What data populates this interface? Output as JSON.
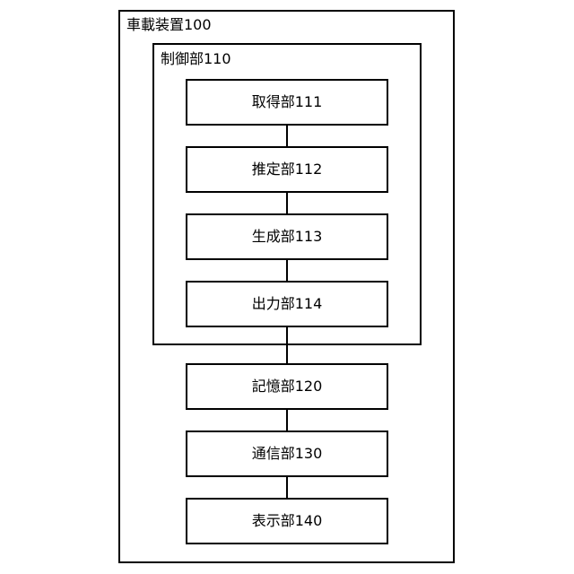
{
  "diagram": {
    "title": "車載装置100",
    "outer": {
      "label": "車載装置100"
    },
    "inner": {
      "label": "制御部110"
    },
    "blocks": [
      {
        "label": "取得部111",
        "group": "control"
      },
      {
        "label": "推定部112",
        "group": "control"
      },
      {
        "label": "生成部113",
        "group": "control"
      },
      {
        "label": "出力部114",
        "group": "control"
      },
      {
        "label": "記憶部120",
        "group": "device"
      },
      {
        "label": "通信部130",
        "group": "device"
      },
      {
        "label": "表示部140",
        "group": "device"
      }
    ],
    "connectors": [
      {
        "from": "取得部111",
        "to": "推定部112"
      },
      {
        "from": "推定部112",
        "to": "生成部113"
      },
      {
        "from": "生成部113",
        "to": "出力部114"
      },
      {
        "from": "出力部114",
        "to": "記憶部120"
      },
      {
        "from": "記憶部120",
        "to": "通信部130"
      },
      {
        "from": "通信部130",
        "to": "表示部140"
      }
    ],
    "colors": {
      "background": "#ffffff",
      "stroke": "#000000",
      "text": "#000000"
    }
  }
}
